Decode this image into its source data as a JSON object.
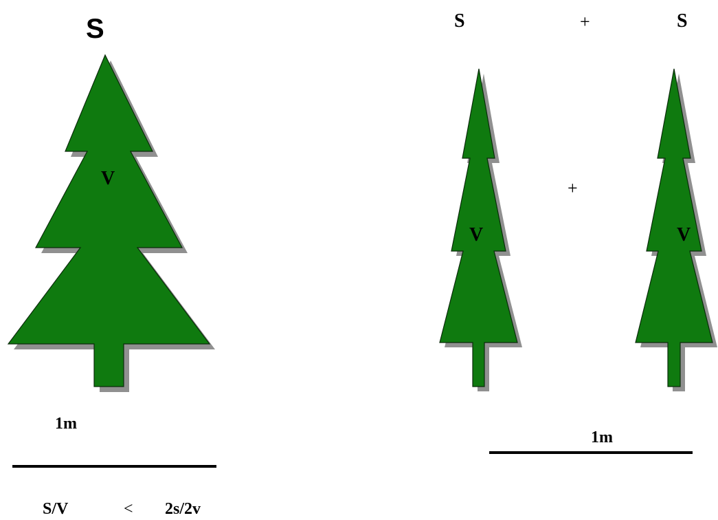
{
  "left": {
    "s_label": "S",
    "v_label": "V",
    "scale_label": "1m"
  },
  "right": {
    "s_label_1": "S",
    "plus_top": "+",
    "s_label_2": "S",
    "plus_middle": "+",
    "v_label_1": "V",
    "v_label_2": "V",
    "scale_label": "1m"
  },
  "formula": {
    "lhs": "S/V",
    "operator": "<",
    "rhs": "2s/2v"
  },
  "colors": {
    "tree_fill": "#0f7a0f",
    "tree_stroke": "#0a2a0a",
    "shadow": "#909090",
    "text": "#000000",
    "line": "#000000"
  }
}
